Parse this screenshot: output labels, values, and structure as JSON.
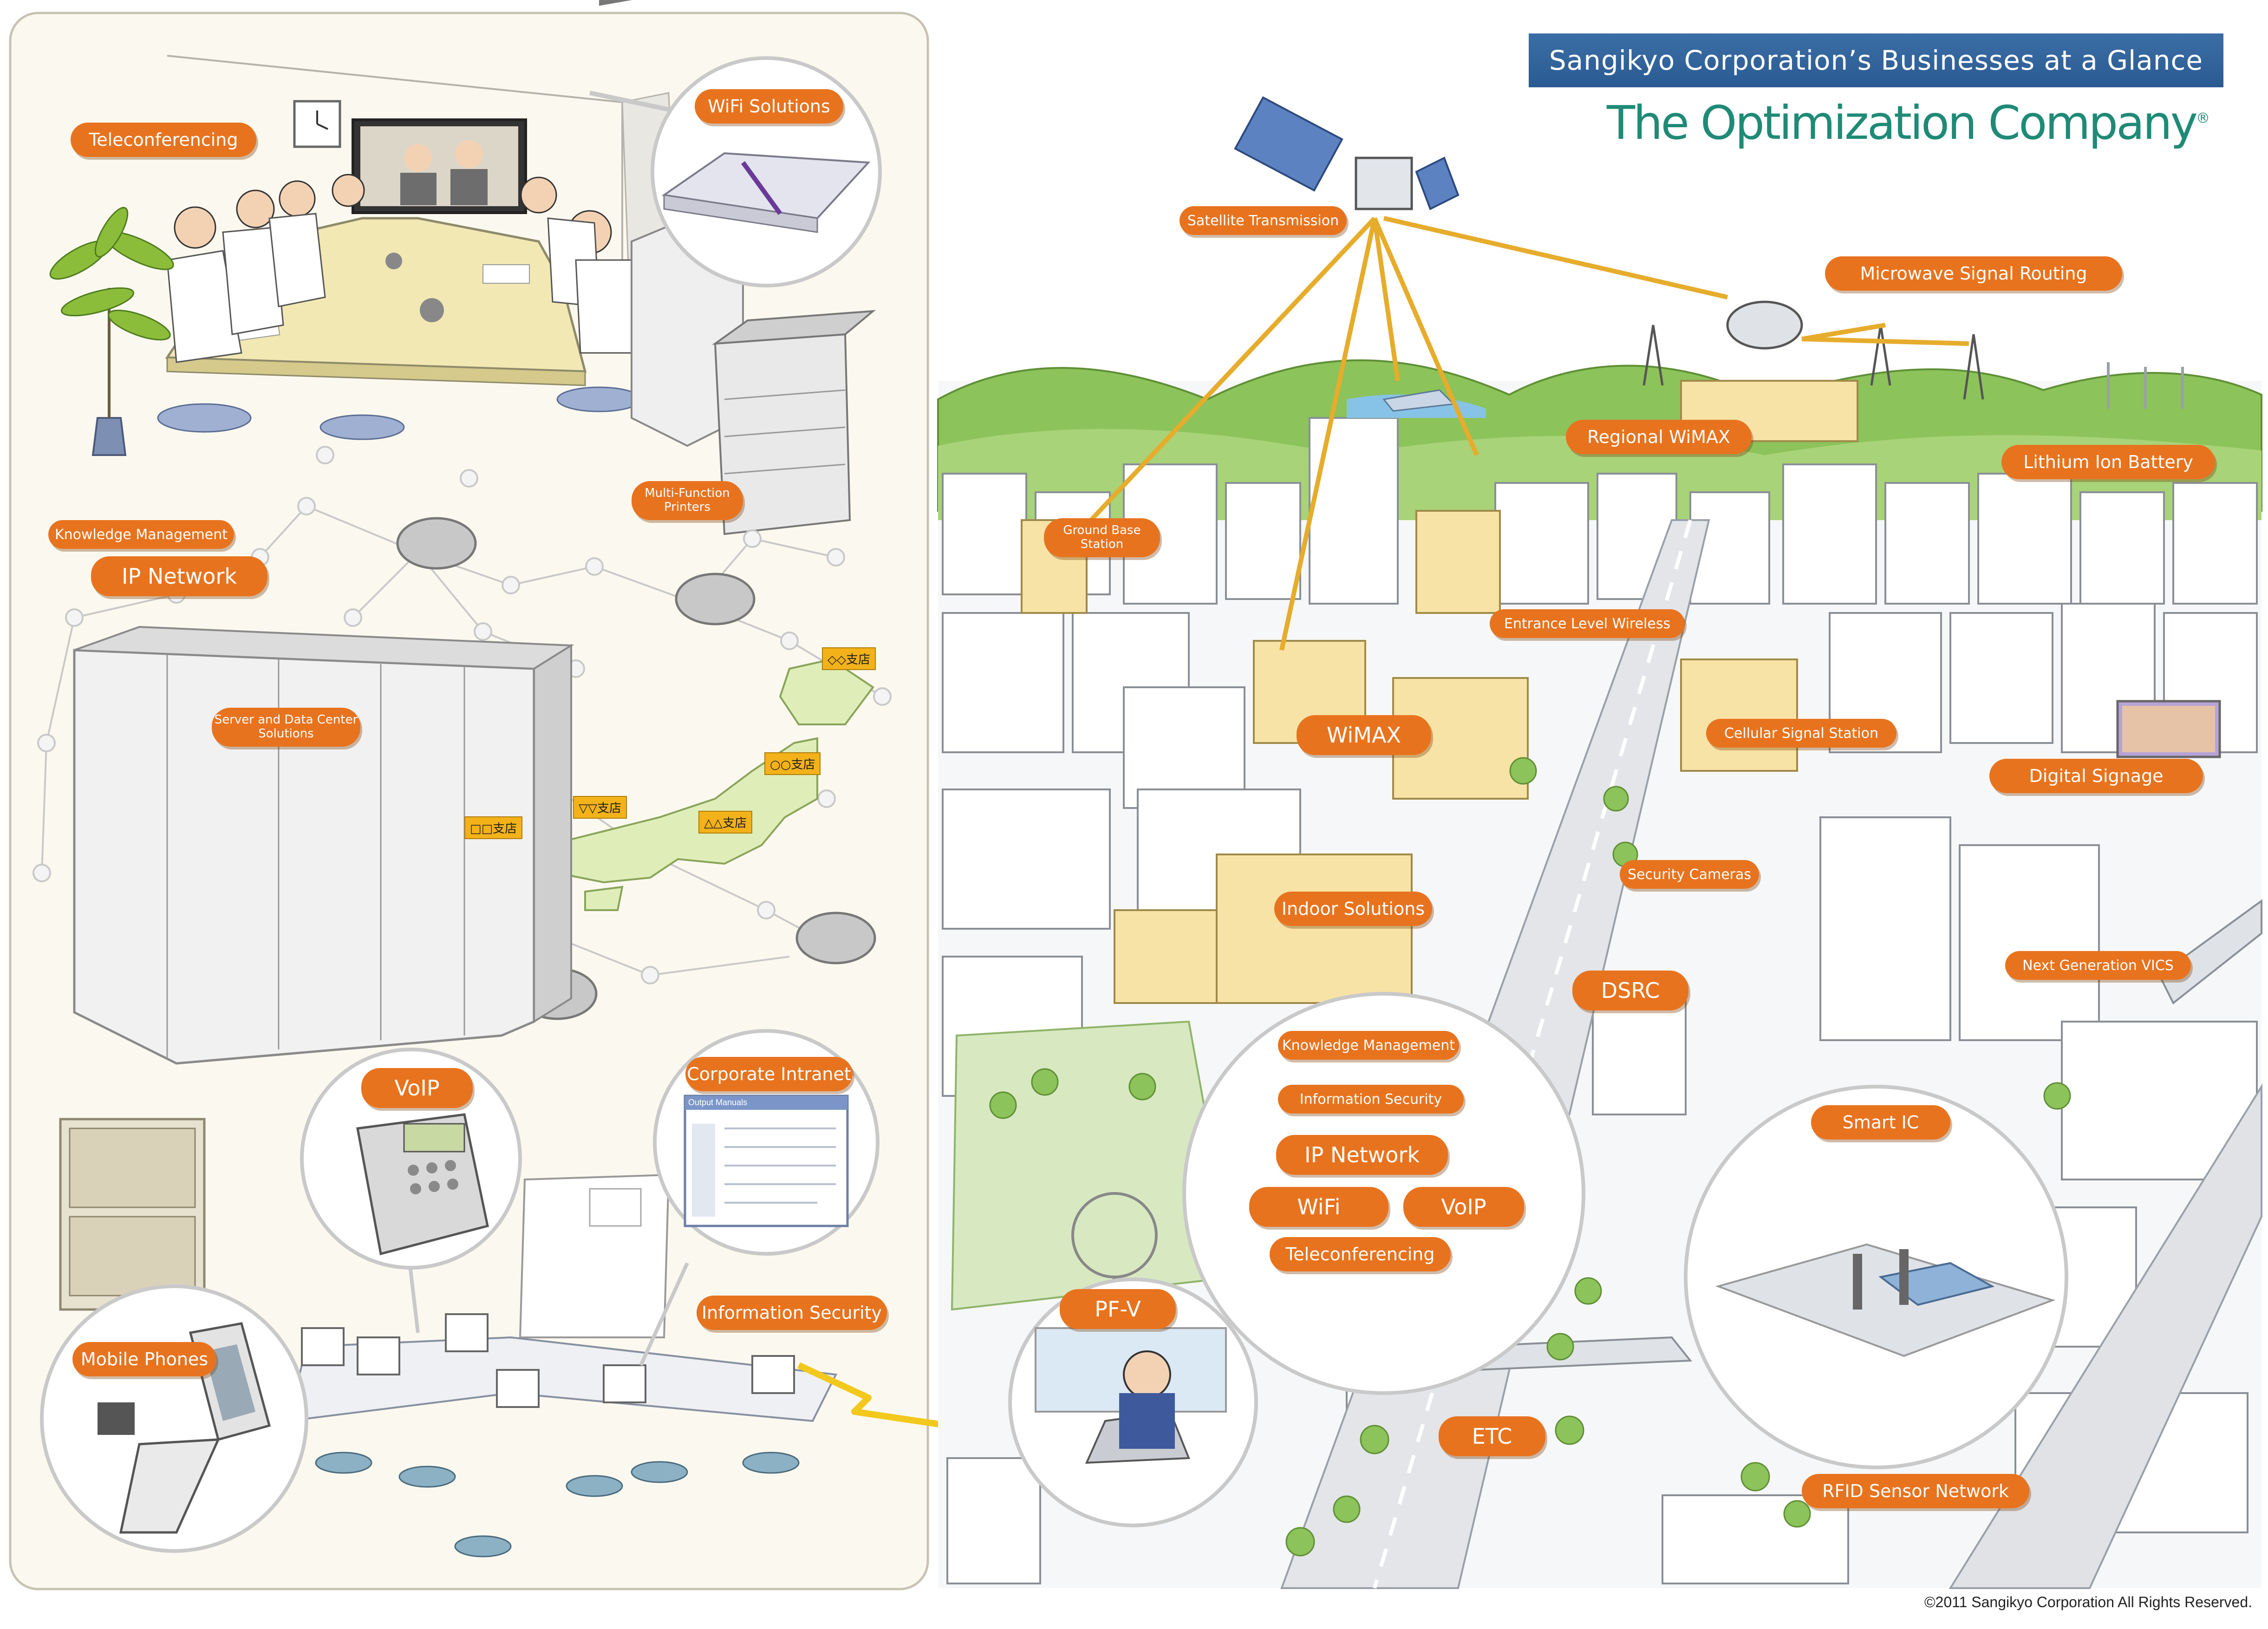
{
  "header": {
    "title": "Sangikyo Corporation’s Businesses at a Glance",
    "brand": "The Optimization Company",
    "brand_mark": "®"
  },
  "office_labels": {
    "teleconferencing": "Teleconferencing",
    "wifi_solutions": "WiFi Solutions",
    "multifunction_printers": "Multi-Function Printers",
    "knowledge_management": "Knowledge Management",
    "ip_network": "IP Network",
    "server_data_center": "Server and Data Center Solutions",
    "voip": "VoIP",
    "corporate_intranet": "Corporate Intranet",
    "mobile_phones": "Mobile Phones",
    "information_security": "Information Security"
  },
  "branches": [
    "◇◇支店",
    "○○支店",
    "▽▽支店",
    "△△支店",
    "□□支店"
  ],
  "city_labels": {
    "satellite_transmission": "Satellite Transmission",
    "microwave_signal_routing": "Microwave Signal Routing",
    "regional_wimax": "Regional WiMAX",
    "lithium_ion_battery": "Lithium Ion Battery",
    "ground_base_station": "Ground Base Station",
    "entrance_level_wireless": "Entrance Level Wireless",
    "wimax": "WiMAX",
    "cellular_signal_station": "Cellular Signal Station",
    "digital_signage": "Digital Signage",
    "indoor_solutions": "Indoor Solutions",
    "security_cameras": "Security Cameras",
    "dsrc": "DSRC",
    "next_generation_vics": "Next Generation VICS",
    "smart_ic": "Smart IC",
    "pf_v": "PF-V",
    "etc": "ETC",
    "rfid_sensor_network": "RFID Sensor Network"
  },
  "indoor_bubble": {
    "knowledge_management": "Knowledge Management",
    "information_security": "Information Security",
    "ip_network": "IP Network",
    "wifi": "WiFi",
    "voip": "VoIP",
    "teleconferencing": "Teleconferencing"
  },
  "intranet_screen_title": "Output Manuals",
  "footer": {
    "copyright": "©2011 Sangikyo Corporation All Rights Reserved."
  },
  "colors": {
    "tag": "#e8731e",
    "title_bar": "#2f5f97",
    "brand": "#1f8a76",
    "link": "#e6ac2c",
    "branch": "#f3b21a"
  }
}
